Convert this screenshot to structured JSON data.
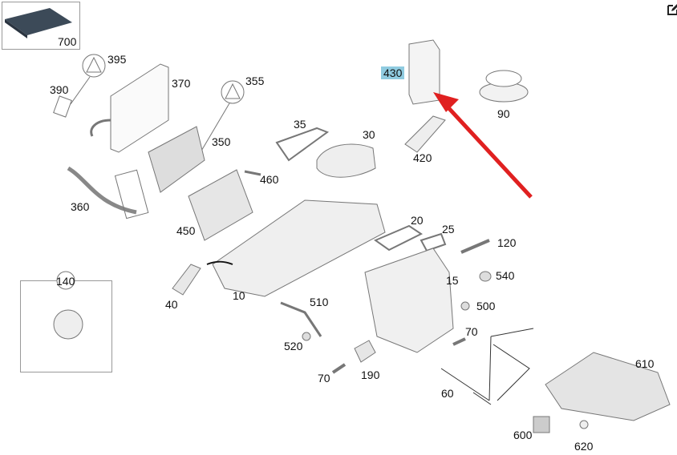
{
  "parts": {
    "p700": "700",
    "p395": "395",
    "p390": "390",
    "p370": "370",
    "p355": "355",
    "p350": "350",
    "p35": "35",
    "p30": "30",
    "p430": "430",
    "p90": "90",
    "p420": "420",
    "p460": "460",
    "p360": "360",
    "p450": "450",
    "p20": "20",
    "p25": "25",
    "p120": "120",
    "p540": "540",
    "p15": "15",
    "p140": "140",
    "p40": "40",
    "p10": "10",
    "p510": "510",
    "p500": "500",
    "p520": "520",
    "p70a": "70",
    "p190": "190",
    "p70b": "70",
    "p610": "610",
    "p60": "60",
    "p600": "600",
    "p620": "620"
  },
  "highlight": {
    "part": "430",
    "color": "#8fcbe0",
    "arrow_color": "#e02020"
  },
  "icons": {
    "edit": "edit-icon"
  }
}
